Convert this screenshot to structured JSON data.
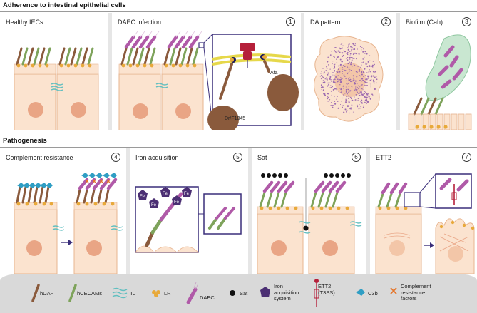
{
  "sections": {
    "adherence": "Adherence to intestinal epithelial cells",
    "pathogenesis": "Pathogenesis"
  },
  "panels": {
    "healthy": {
      "title": "Healthy IECs",
      "num": ""
    },
    "daec_infection": {
      "title": "DAEC infection",
      "num": "1",
      "inset_left": "Dr/F1845",
      "inset_right": "Afa"
    },
    "da_pattern": {
      "title": "DA pattern",
      "num": "2"
    },
    "biofilm": {
      "title": "Biofilm (Cah)",
      "num": "3"
    },
    "complement": {
      "title": "Complement resistance",
      "num": "4"
    },
    "iron": {
      "title": "Iron acquisition",
      "num": "5",
      "fe_label": "Fe"
    },
    "sat": {
      "title": "Sat",
      "num": "6"
    },
    "ett2": {
      "title": "ETT2",
      "num": "7"
    }
  },
  "legend": [
    {
      "label": "hDAF",
      "icon": "hdaf-icon"
    },
    {
      "label": "hCECAMs",
      "icon": "hceacam-icon"
    },
    {
      "label": "TJ",
      "icon": "tight-junction-icon"
    },
    {
      "label": "LR",
      "icon": "lipid-raft-icon"
    },
    {
      "label": "DAEC",
      "icon": "daec-bacterium-icon"
    },
    {
      "label": "Sat",
      "icon": "sat-toxin-icon"
    },
    {
      "label": "Iron\nacquisition\nsystem",
      "icon": "iron-system-icon"
    },
    {
      "label": "ETT2\n(T3SS)",
      "icon": "ett2-icon"
    },
    {
      "label": "C3b",
      "icon": "c3b-icon"
    },
    {
      "label": "Complement\nresistance\nfactors",
      "icon": "complement-factor-icon"
    }
  ],
  "colors": {
    "cell": "#fbe3cf",
    "cell_border": "#e7b48f",
    "nucleus": "#e9a585",
    "hdaf": "#8a5a3c",
    "hceacam": "#7ea35b",
    "tj": "#62bfc0",
    "lr": "#e8a93a",
    "daec": "#b05aa8",
    "inset_border": "#3a2e7a",
    "c3b": "#2f9ec4",
    "iron": "#4b2f73",
    "complement_factor": "#e5762c",
    "legend_bg": "#d9d9d9"
  }
}
